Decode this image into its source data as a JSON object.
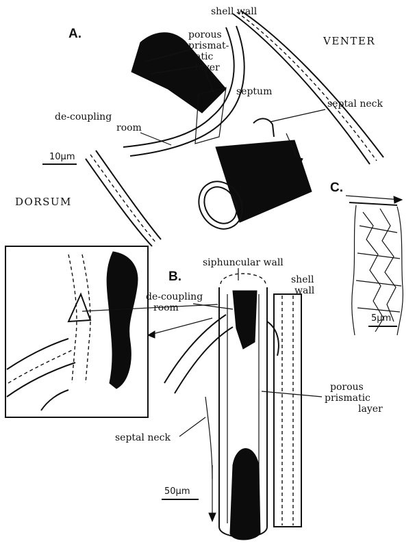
{
  "panels": {
    "a": "A.",
    "b": "B.",
    "c": "C."
  },
  "panel_a": {
    "shell_wall": "shell wall",
    "porous_1": "porous",
    "porous_2": "prismat-",
    "porous_3": "atic",
    "porous_4": "layer",
    "venter": "VENTER",
    "septum": "septum",
    "septal_neck": "septal neck",
    "decoupling_1": "de-coupling",
    "decoupling_2": "room",
    "scale": "10μm",
    "dorsum": "DORSUM"
  },
  "panel_b": {
    "siphuncular_wall": "siphuncular  wall",
    "shell_1": "shell",
    "shell_2": "wall",
    "decoupling_1": "de-coupling",
    "decoupling_2": "room",
    "porous_1": "porous",
    "porous_2": "prismatic",
    "porous_3": "layer",
    "septal_neck": "septal neck",
    "scale": "50μm"
  },
  "panel_c": {
    "scale": "5μm"
  },
  "colors": {
    "ink": "#111111",
    "paper": "#ffffff"
  }
}
